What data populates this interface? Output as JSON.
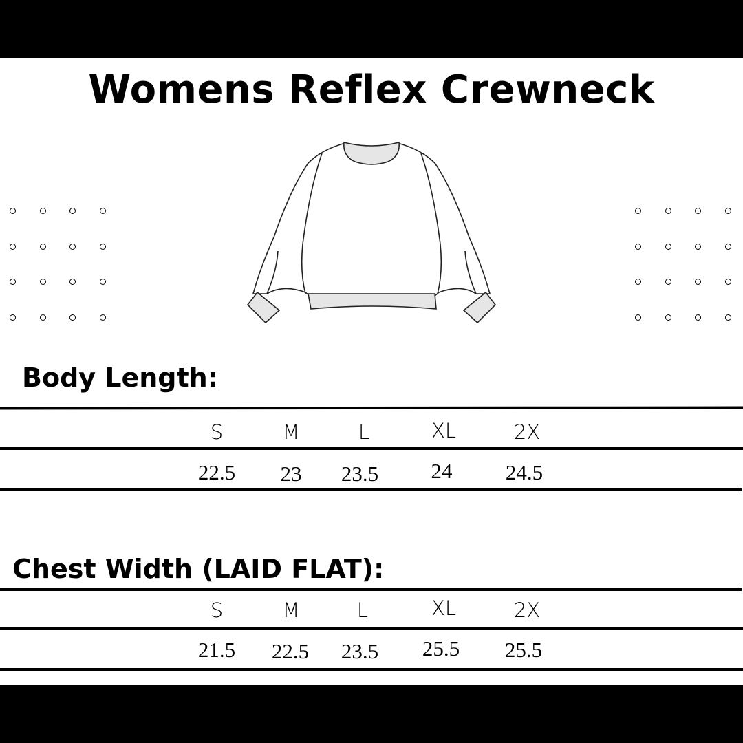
{
  "title": "Womens Reflex Crewneck",
  "sections": [
    {
      "heading": "Body Length:",
      "sizes": [
        "S",
        "M",
        "L",
        "XL",
        "2X"
      ],
      "values": [
        "22.5",
        "23",
        "23.5",
        "24",
        "24.5"
      ]
    },
    {
      "heading": "Chest Width (LAID FLAT):",
      "sizes": [
        "S",
        "M",
        "L",
        "XL",
        "2X"
      ],
      "values": [
        "21.5",
        "22.5",
        "23.5",
        "25.5",
        "25.5"
      ]
    }
  ],
  "illustration": {
    "name": "crewneck-sweatshirt-flat-sketch",
    "rib_color": "#e6e6e6",
    "outline_color": "#222222"
  },
  "colors": {
    "bars": "#000000",
    "background": "#ffffff",
    "text": "#000000"
  }
}
